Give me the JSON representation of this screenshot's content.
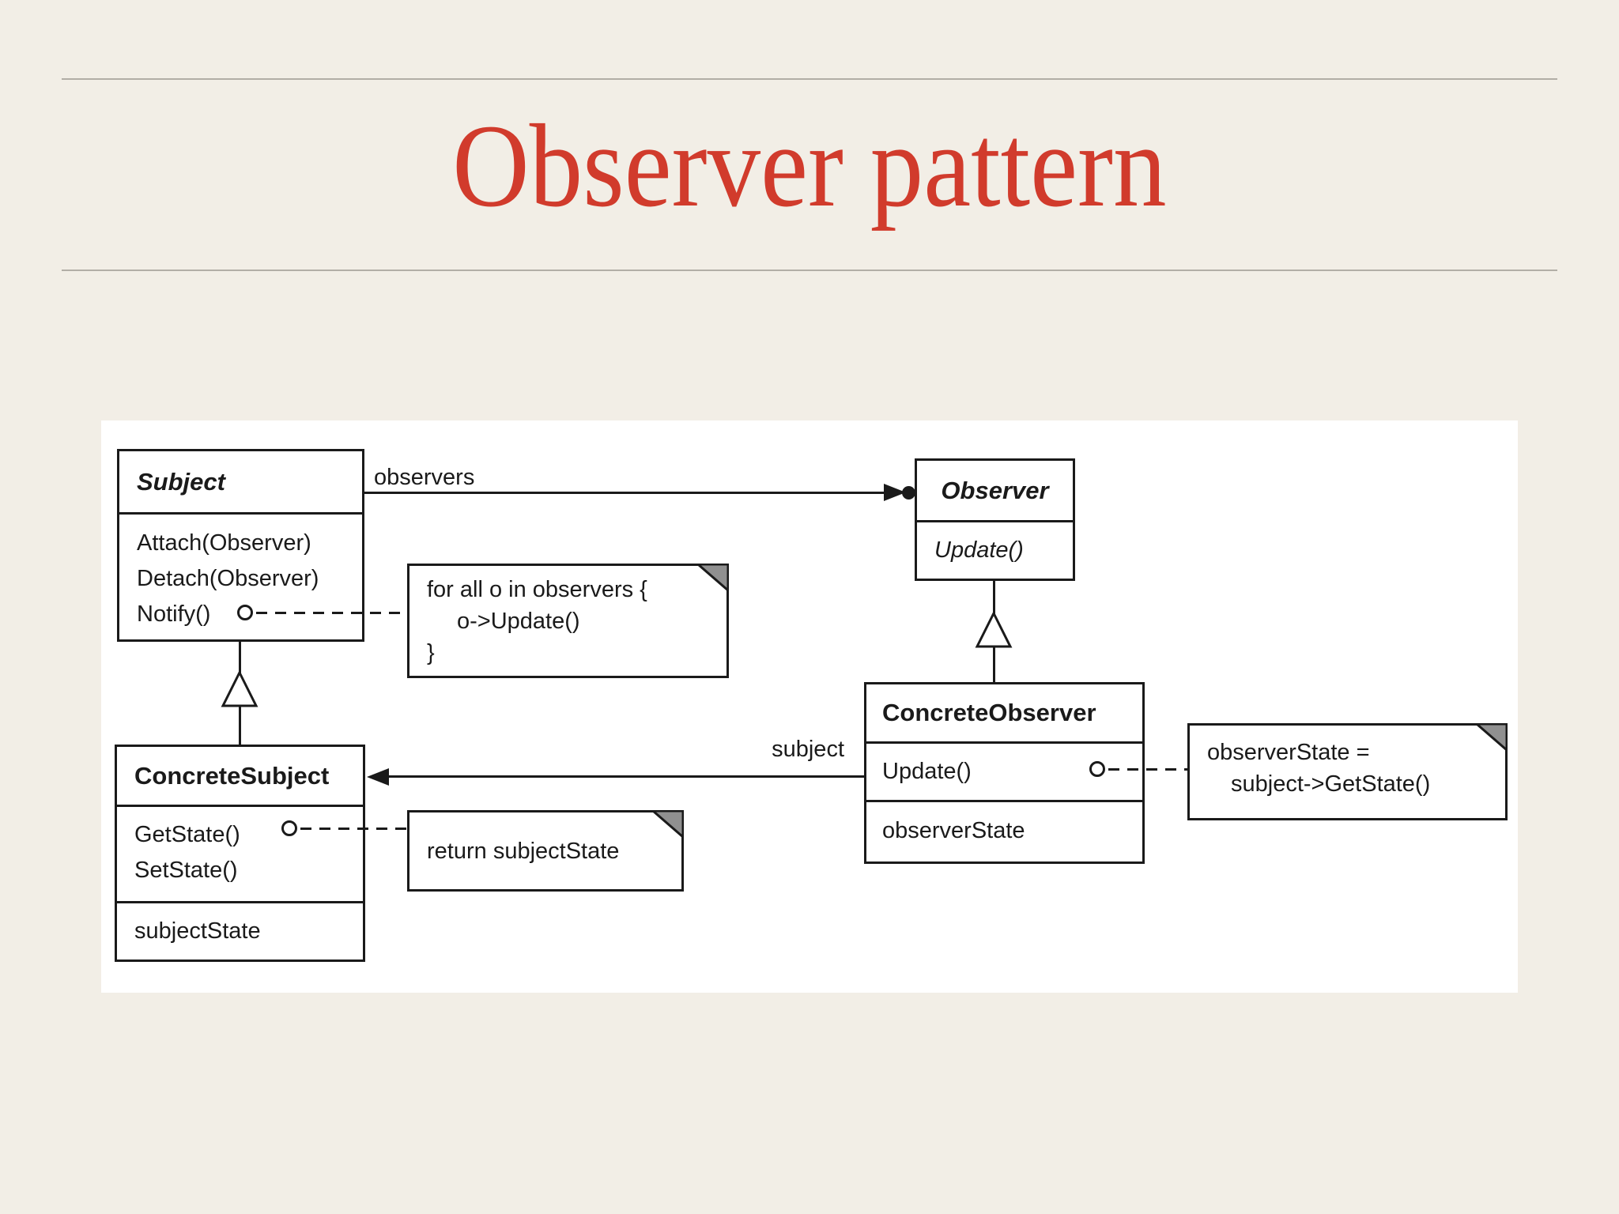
{
  "slide": {
    "title": "Observer pattern",
    "title_color": "#d13b2c",
    "background_color": "#f2eee6",
    "rule_color": "#b2aea6"
  },
  "diagram": {
    "classes": {
      "subject": {
        "name": "Subject",
        "methods": [
          "Attach(Observer)",
          "Detach(Observer)",
          "Notify()"
        ]
      },
      "observer": {
        "name": "Observer",
        "methods": [
          "Update()"
        ]
      },
      "concrete_subject": {
        "name": "ConcreteSubject",
        "methods": [
          "GetState()",
          "SetState()"
        ],
        "attributes": [
          "subjectState"
        ]
      },
      "concrete_observer": {
        "name": "ConcreteObserver",
        "methods": [
          "Update()"
        ],
        "attributes": [
          "observerState"
        ]
      }
    },
    "associations": {
      "observers_label": "observers",
      "subject_label": "subject"
    },
    "notes": {
      "notify": {
        "lines": [
          "for all o in observers {",
          "o->Update()",
          "}"
        ]
      },
      "get_state": {
        "lines": [
          "return subjectState"
        ]
      },
      "update": {
        "lines": [
          "observerState =",
          "subject->GetState()"
        ]
      }
    }
  }
}
